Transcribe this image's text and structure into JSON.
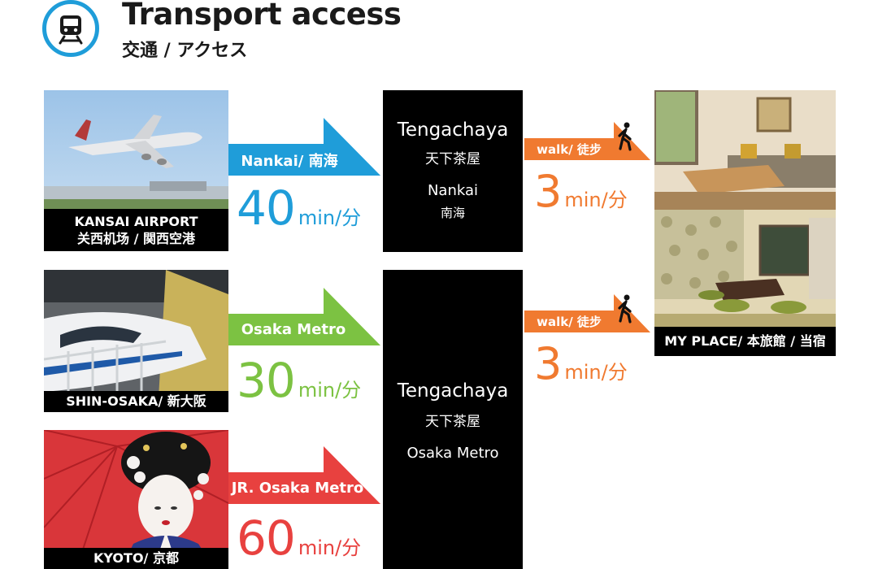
{
  "header": {
    "title": "Transport access",
    "subtitle": "交通 / アクセス",
    "icon": "train-icon",
    "accent": "#1f9dd9"
  },
  "origins": [
    {
      "label_en": "KANSAI AIRPORT",
      "label_jp": "关西机场 / 関西空港"
    },
    {
      "label": "SHIN-OSAKA/ 新大阪"
    },
    {
      "label": "KYOTO/ 京都"
    }
  ],
  "routes": [
    {
      "line": "Nankai/ 南海",
      "minutes": "40",
      "unit": "min/分",
      "color": "#1f9dd9"
    },
    {
      "line": "Osaka Metro",
      "minutes": "30",
      "unit": "min/分",
      "color": "#7cc242"
    },
    {
      "line": "JR. Osaka Metro",
      "minutes": "60",
      "unit": "min/分",
      "color": "#e8413f"
    }
  ],
  "stations": [
    {
      "name": "Tengachaya",
      "name_jp": "天下茶屋",
      "line": "Nankai",
      "line_jp": "南海"
    },
    {
      "name": "Tengachaya",
      "name_jp": "天下茶屋",
      "line": "Osaka Metro"
    }
  ],
  "walks": [
    {
      "label": "walk/ 徒步",
      "minutes": "3",
      "unit": "min/分",
      "icon": "walking-person-icon",
      "color": "#f07a30"
    },
    {
      "label": "walk/ 徒步",
      "minutes": "3",
      "unit": "min/分",
      "icon": "walking-person-icon",
      "color": "#f07a30"
    }
  ],
  "destination": {
    "label": "MY PLACE/ 本旅館 / 当宿"
  }
}
